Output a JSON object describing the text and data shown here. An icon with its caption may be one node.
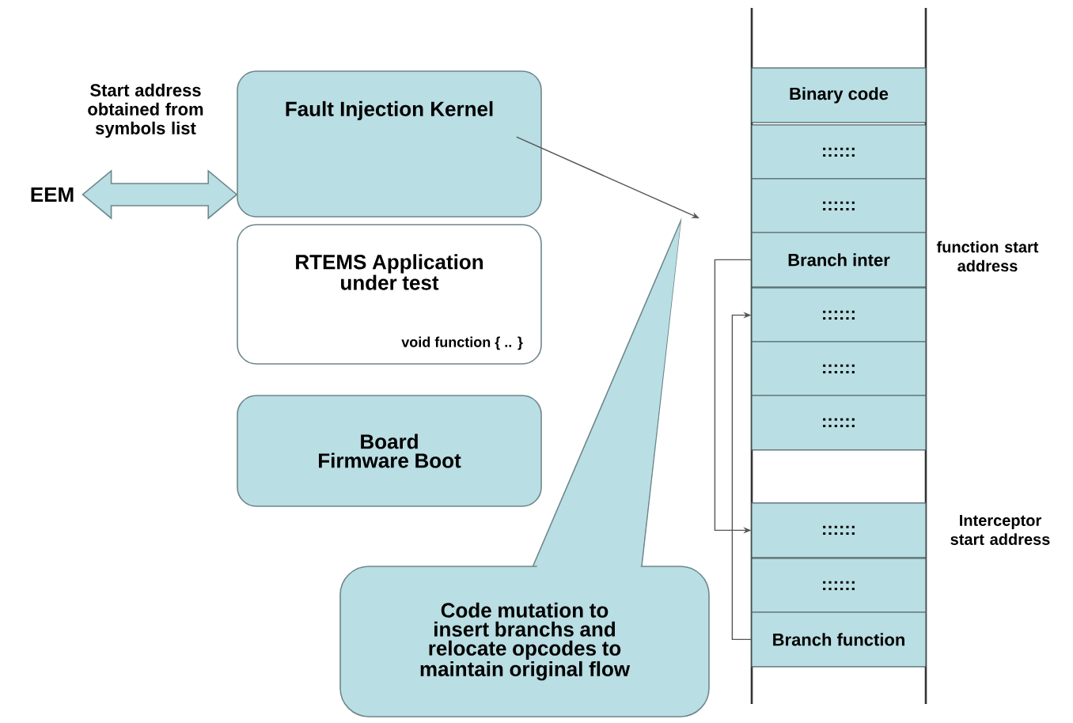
{
  "diagram": {
    "nodes": [
      {
        "text": [
          "EEM"
        ]
      },
      {
        "text": [
          "Fault Injection Kernel"
        ]
      },
      {
        "text": [
          "RTEMS Application under test",
          "void function { .. }"
        ]
      },
      {
        "text": [
          "Board Firmware Boot"
        ]
      },
      {
        "text": [
          "Code mutation to insert branchs and relocate opcodes to maintain original flow"
        ]
      },
      {
        "text": [
          "Binary code"
        ]
      },
      {
        "text": [
          "::::::"
        ]
      },
      {
        "text": [
          "::::::"
        ]
      },
      {
        "text": [
          "Branch inter"
        ]
      },
      {
        "text": [
          "::::::"
        ]
      },
      {
        "text": [
          "::::::"
        ]
      },
      {
        "text": [
          "::::::"
        ]
      },
      {
        "text": [
          "::::::"
        ]
      },
      {
        "text": [
          "::::::"
        ]
      },
      {
        "text": [
          "Branch function"
        ]
      }
    ],
    "edges": [
      {
        "from": 0,
        "to": 1,
        "arrow": "both",
        "label": "Start address obtained from symbols list"
      },
      {
        "from": 1,
        "to": 4,
        "arrow": "to"
      },
      {
        "from": 8,
        "to": 12,
        "arrow": "to"
      },
      {
        "from": 14,
        "to": 9,
        "arrow": "to"
      }
    ],
    "labels": [
      "function start address",
      "Interceptor start address"
    ]
  }
}
